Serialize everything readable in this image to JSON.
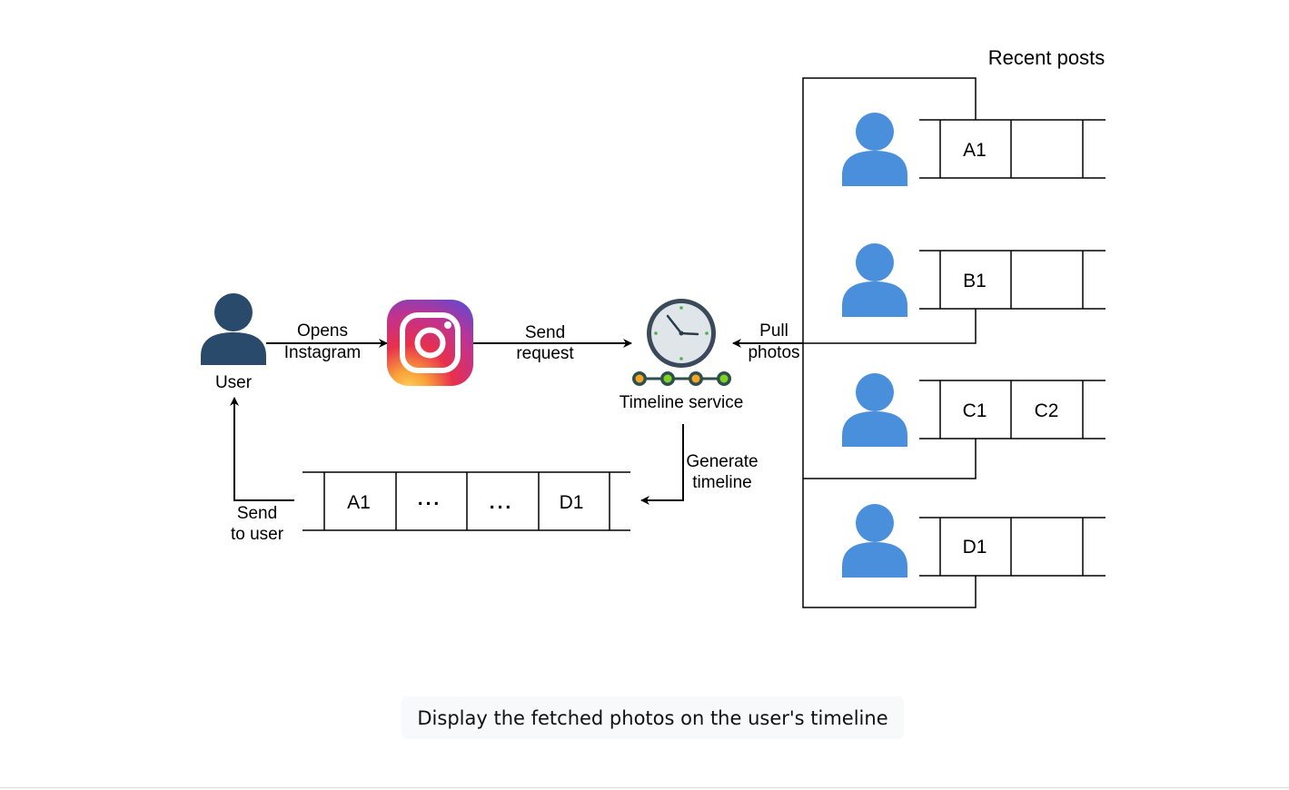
{
  "diagram": {
    "user_label": "User",
    "opens_line1": "Opens",
    "opens_line2": "Instagram",
    "send_request_line1": "Send",
    "send_request_line2": "request",
    "timeline_service_label": "Timeline service",
    "pull_line1": "Pull",
    "pull_line2": "photos",
    "generate_line1": "Generate",
    "generate_line2": "timeline",
    "send_user_line1": "Send",
    "send_user_line2": "to user",
    "recent_posts_title": "Recent posts",
    "timeline_queue": [
      "A1",
      "...",
      "...",
      "D1"
    ],
    "post_queues": [
      {
        "cells": [
          "A1",
          ""
        ]
      },
      {
        "cells": [
          "B1",
          ""
        ]
      },
      {
        "cells": [
          "C1",
          "C2"
        ]
      },
      {
        "cells": [
          "D1",
          ""
        ]
      }
    ]
  },
  "colors": {
    "user_icon": "#2a4a6b",
    "follower_icon": "#4a8fdb",
    "line": "#000000"
  },
  "caption": "Display the fetched photos on the user's timeline"
}
